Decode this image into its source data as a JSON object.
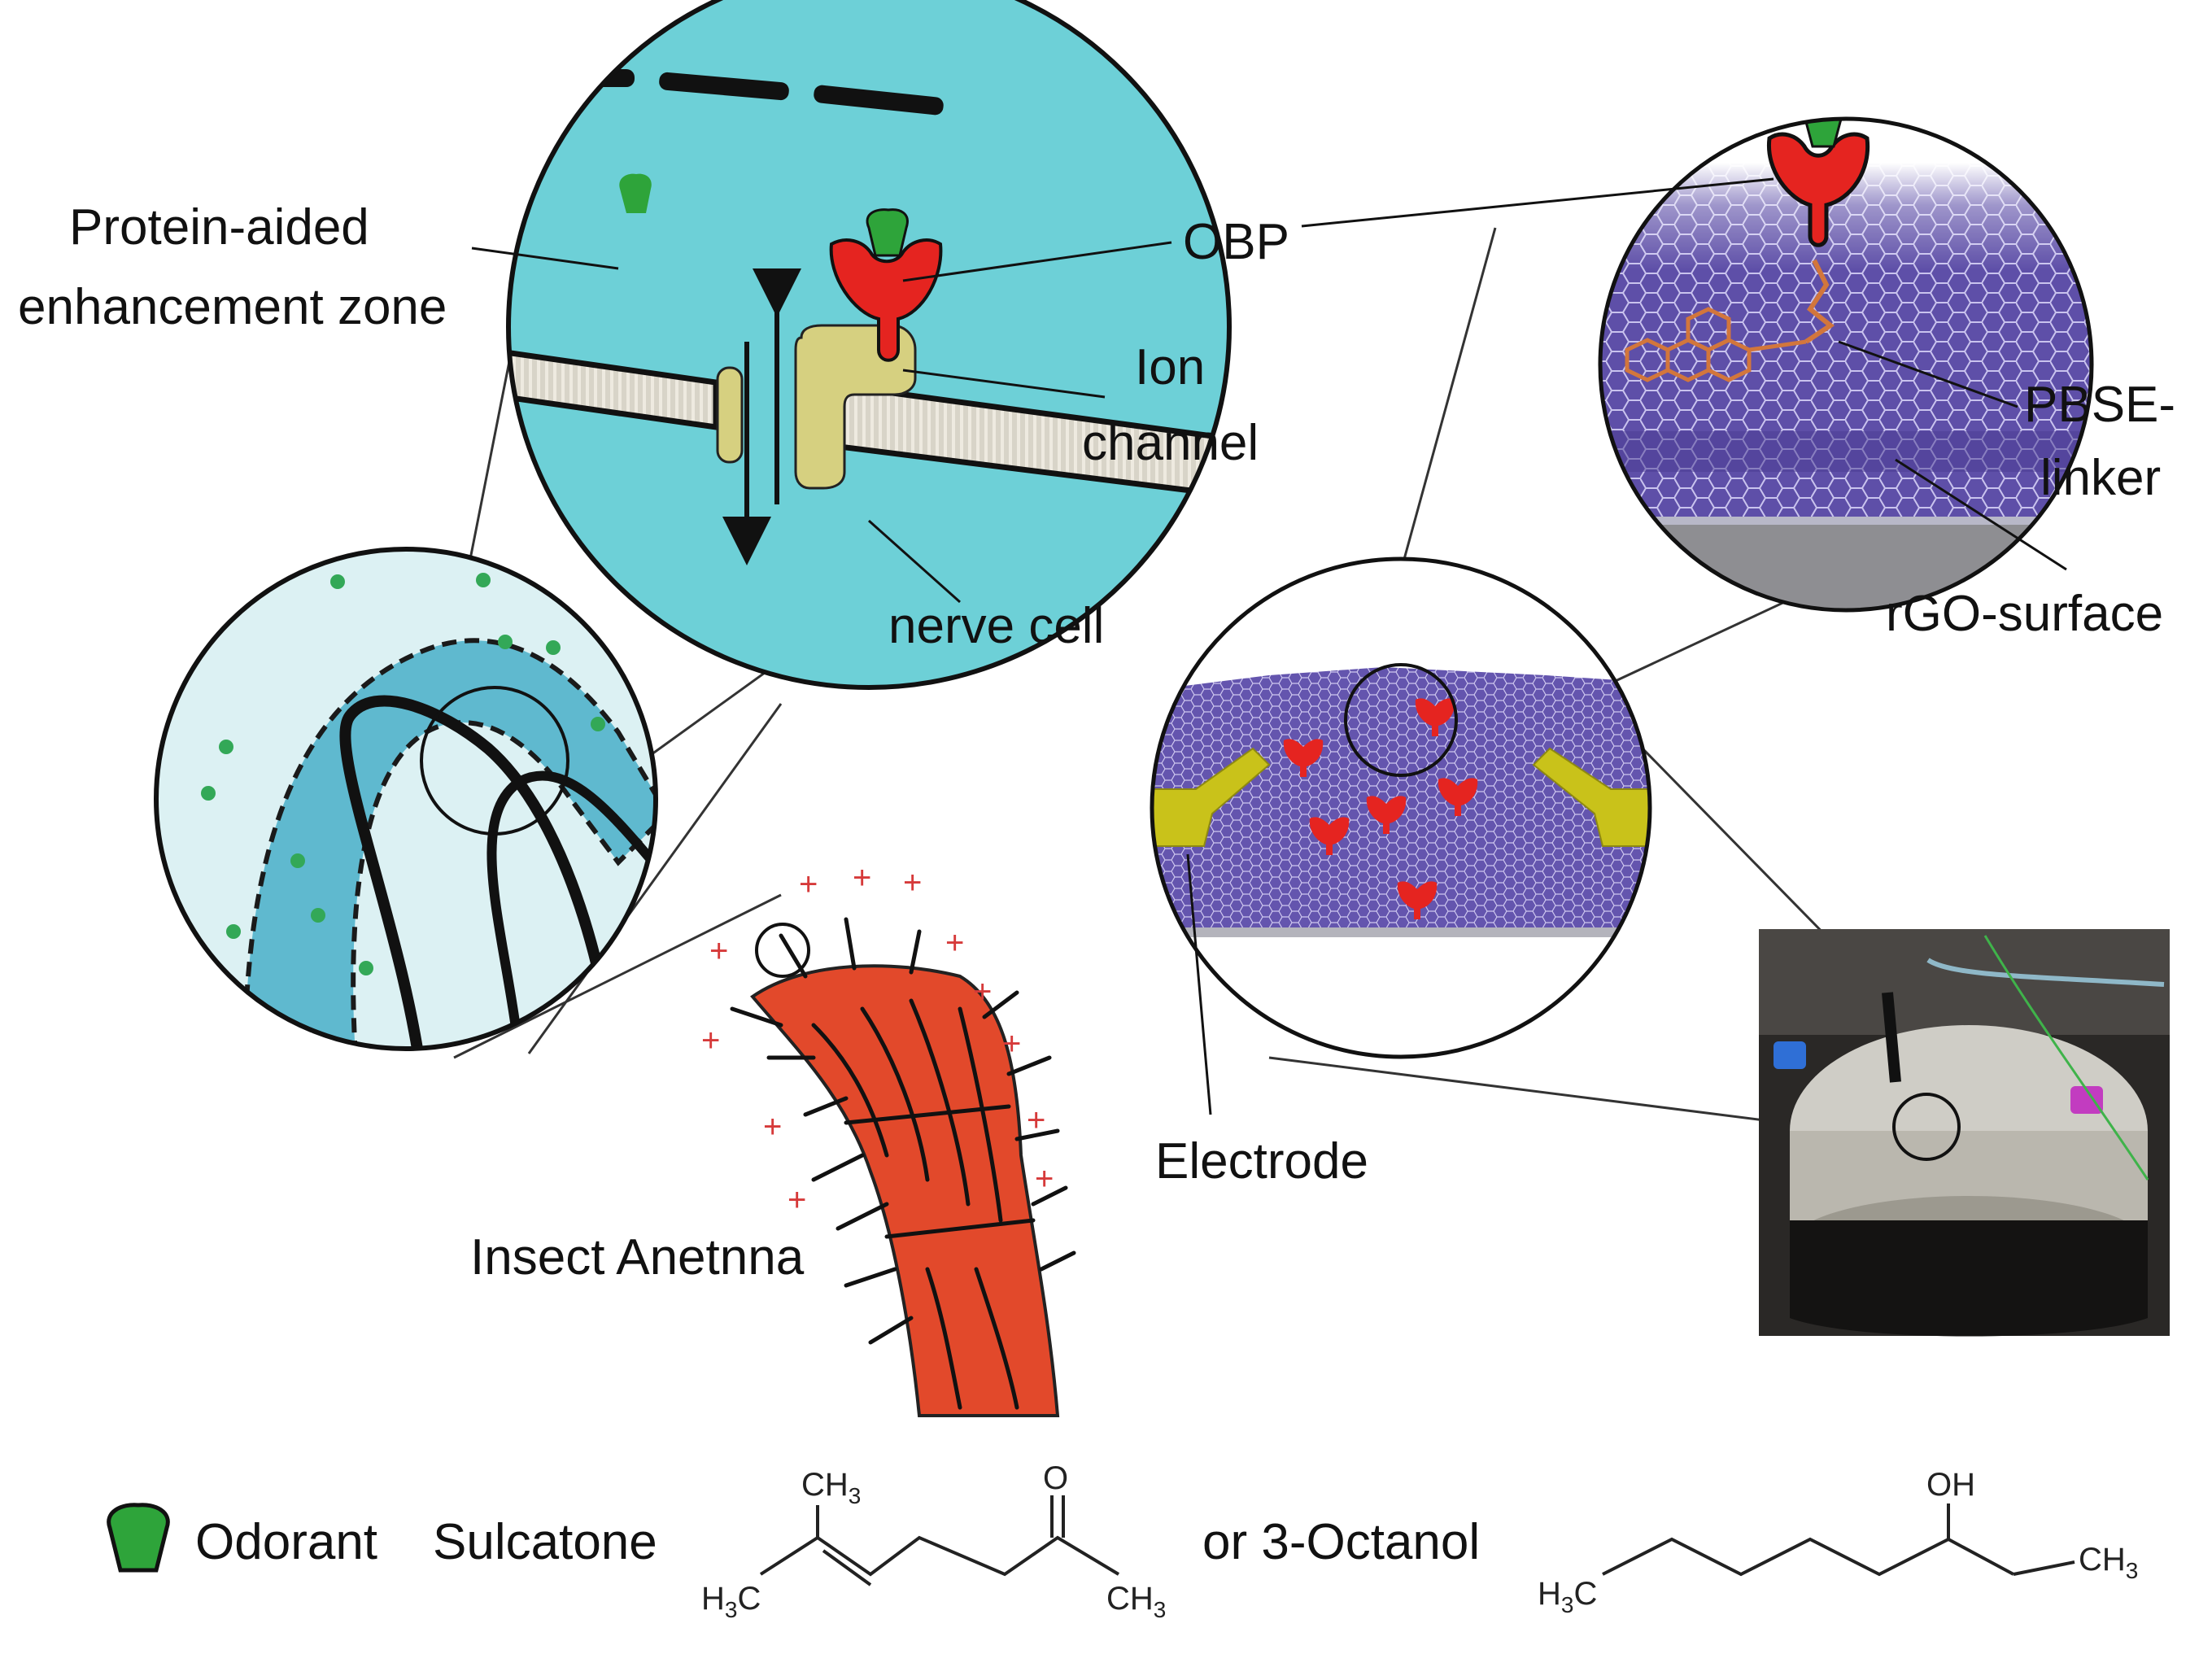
{
  "labels": {
    "protein_zone_line1": "Protein-aided",
    "protein_zone_line2": "enhancement zone",
    "obp": "OBP",
    "ion_line1": "Ion",
    "ion_line2": "channel",
    "nerve_cell": "nerve cell",
    "pbse_line1": "PBSE-",
    "pbse_line2": "linker",
    "rgo_surface": "rGO-surface",
    "electrode": "Electrode",
    "insect_antenna": "Insect Anetnna"
  },
  "legend": {
    "odorant": "Odorant",
    "sulcatone": "Sulcatone",
    "or_octanol": "or 3-Octanol"
  },
  "chemistry": {
    "sulcatone": {
      "ch3_top_main": "CH",
      "ch3_top_sub": "3",
      "o_label": "O",
      "h3c_main": "H",
      "h3c_sub": "3",
      "h3c_c": "C",
      "ch3_right_main": "CH",
      "ch3_right_sub": "3"
    },
    "octanol": {
      "oh_label": "OH",
      "h3c_main": "H",
      "h3c_sub": "3",
      "h3c_c": "C",
      "ch3_main": "CH",
      "ch3_sub": "3"
    }
  },
  "colors": {
    "cyan_fill": "#6dd0d7",
    "light_cyan_fill": "#d9f1f3",
    "obp_red": "#e52420",
    "odorant_green": "#2ea43a",
    "antenna_orange": "#e2492b",
    "ion_channel_yellow": "#d6d080",
    "rgo_purple": "#5a4aa6",
    "electrode_yellow": "#c9c21a",
    "linker_orange": "#d2763c",
    "plus_red": "#d63a3a"
  },
  "icons": {
    "odorant": "odorant-icon",
    "obp": "obp-protein-icon",
    "ion_channel": "ion-channel-icon"
  }
}
